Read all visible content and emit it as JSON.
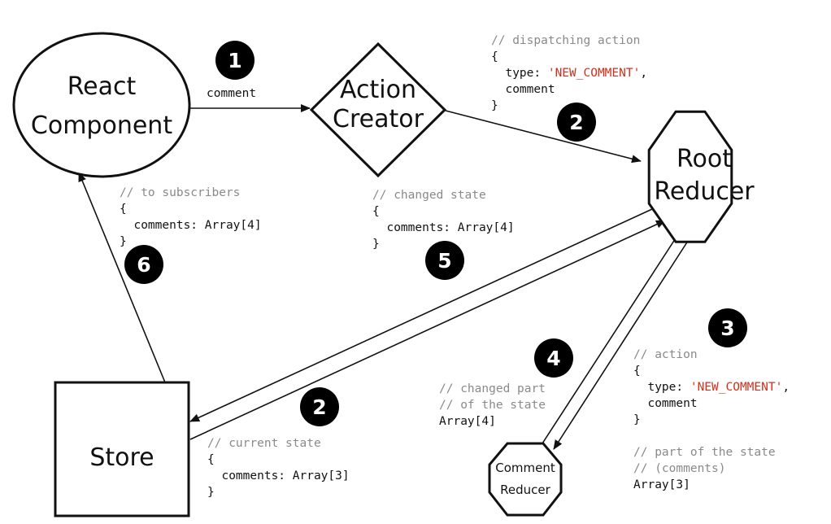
{
  "nodes": {
    "react_component": [
      "React",
      "Component"
    ],
    "action_creator": [
      "Action",
      "Creator"
    ],
    "root_reducer": [
      "Root",
      "Reducer"
    ],
    "store": [
      "Store"
    ],
    "comment_reducer": [
      "Comment",
      "Reducer"
    ]
  },
  "edge_labels": {
    "comment": "comment"
  },
  "badges": {
    "step1": "1",
    "step2_action": "2",
    "step2_state": "2",
    "step3": "3",
    "step4": "4",
    "step5": "5",
    "step6": "6"
  },
  "code_blocks": {
    "dispatching_action": [
      [
        {
          "t": "// dispatching action",
          "s": "comment"
        }
      ],
      [
        {
          "t": "{",
          "s": "plain"
        }
      ],
      [
        {
          "t": "  type: ",
          "s": "plain"
        },
        {
          "t": "'NEW_COMMENT'",
          "s": "str"
        },
        {
          "t": ",",
          "s": "plain"
        }
      ],
      [
        {
          "t": "  comment",
          "s": "plain"
        }
      ],
      [
        {
          "t": "}",
          "s": "plain"
        }
      ]
    ],
    "to_subscribers": [
      [
        {
          "t": "// to subscribers",
          "s": "comment"
        }
      ],
      [
        {
          "t": "{",
          "s": "plain"
        }
      ],
      [
        {
          "t": "  comments: Array[4]",
          "s": "plain"
        }
      ],
      [
        {
          "t": "}",
          "s": "plain"
        }
      ]
    ],
    "changed_state": [
      [
        {
          "t": "// changed state",
          "s": "comment"
        }
      ],
      [
        {
          "t": "{",
          "s": "plain"
        }
      ],
      [
        {
          "t": "  comments: Array[4]",
          "s": "plain"
        }
      ],
      [
        {
          "t": "}",
          "s": "plain"
        }
      ]
    ],
    "current_state": [
      [
        {
          "t": "// current state",
          "s": "comment"
        }
      ],
      [
        {
          "t": "{",
          "s": "plain"
        }
      ],
      [
        {
          "t": "  comments: Array[3]",
          "s": "plain"
        }
      ],
      [
        {
          "t": "}",
          "s": "plain"
        }
      ]
    ],
    "changed_part": [
      [
        {
          "t": "// changed part",
          "s": "comment"
        }
      ],
      [
        {
          "t": "// of the state",
          "s": "comment"
        }
      ],
      [
        {
          "t": "Array[4]",
          "s": "plain"
        }
      ]
    ],
    "action_detail": [
      [
        {
          "t": "// action",
          "s": "comment"
        }
      ],
      [
        {
          "t": "{",
          "s": "plain"
        }
      ],
      [
        {
          "t": "  type: ",
          "s": "plain"
        },
        {
          "t": "'NEW_COMMENT'",
          "s": "str"
        },
        {
          "t": ",",
          "s": "plain"
        }
      ],
      [
        {
          "t": "  comment",
          "s": "plain"
        }
      ],
      [
        {
          "t": "}",
          "s": "plain"
        }
      ],
      [
        {
          "t": "",
          "s": "plain"
        }
      ],
      [
        {
          "t": "// part of the state",
          "s": "comment"
        }
      ],
      [
        {
          "t": "// (comments)",
          "s": "comment"
        }
      ],
      [
        {
          "t": "Array[3]",
          "s": "plain"
        }
      ]
    ]
  }
}
